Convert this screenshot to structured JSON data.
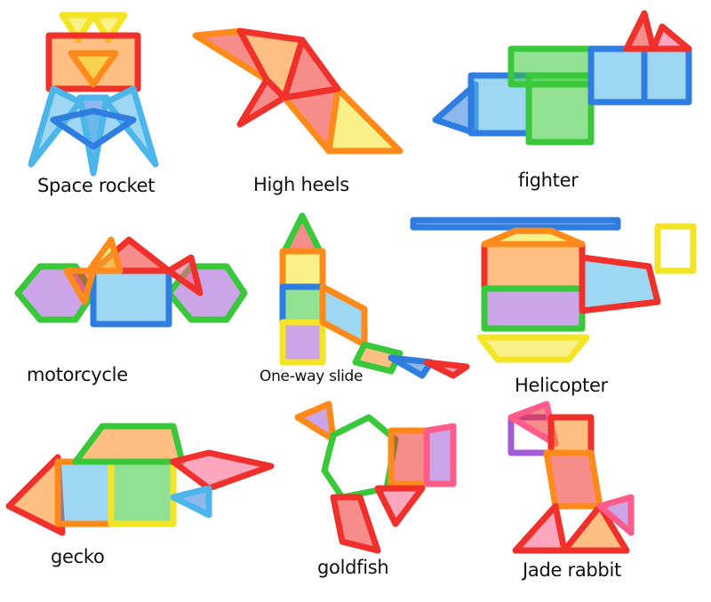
{
  "image": {
    "background": "#ffffff",
    "description": "Grid of nine magnetic building-tile toy models with captions"
  },
  "palette": {
    "red": "#f0302a",
    "orange": "#ff8a1c",
    "yellow": "#f4e426",
    "green": "#39c83a",
    "blue": "#2f7de0",
    "light_blue": "#4cb6ea",
    "purple": "#a35ad6",
    "pink": "#ff5c8a"
  },
  "models": [
    {
      "id": "space-rocket",
      "label": "Space rocket"
    },
    {
      "id": "high-heels",
      "label": "High heels"
    },
    {
      "id": "fighter",
      "label": "fighter"
    },
    {
      "id": "motorcycle",
      "label": "motorcycle"
    },
    {
      "id": "one-way-slide",
      "label": "One-way slide"
    },
    {
      "id": "helicopter",
      "label": "Helicopter"
    },
    {
      "id": "gecko",
      "label": "gecko"
    },
    {
      "id": "goldfish",
      "label": "goldfish"
    },
    {
      "id": "jade-rabbit",
      "label": "Jade rabbit"
    }
  ]
}
